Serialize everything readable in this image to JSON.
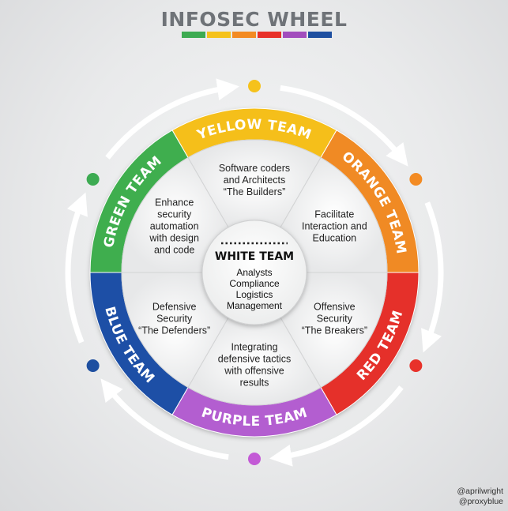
{
  "title": "INFOSEC WHEEL",
  "title_colors": [
    "#3dab52",
    "#f5c21c",
    "#f38b23",
    "#e8312a",
    "#a24dbd",
    "#1e4fa0"
  ],
  "white_team": {
    "label": "WHITE TEAM",
    "lines": [
      "Analysts",
      "Compliance",
      "Logistics",
      "Management"
    ]
  },
  "teams": [
    {
      "name": "YELLOW TEAM",
      "color": "#f5bf1a",
      "desc": [
        "Software coders",
        "and Architects",
        "“The Builders”"
      ]
    },
    {
      "name": "ORANGE TEAM",
      "color": "#f08a24",
      "desc": [
        "Facilitate",
        "Interaction and",
        "Education"
      ]
    },
    {
      "name": "RED TEAM",
      "color": "#e5302a",
      "desc": [
        "Offensive",
        "Security",
        "“The Breakers”"
      ]
    },
    {
      "name": "PURPLE TEAM",
      "color": "#b35ed0",
      "desc": [
        "Integrating",
        "defensive tactics",
        "with offensive",
        "results"
      ]
    },
    {
      "name": "BLUE TEAM",
      "color": "#1d4fa6",
      "desc": [
        "Defensive",
        "Security",
        "“The Defenders”"
      ]
    },
    {
      "name": "GREEN TEAM",
      "color": "#3fae4e",
      "desc": [
        "Enhance",
        "security",
        "automation",
        "with design",
        "and code"
      ]
    }
  ],
  "dot_colors": [
    "#f5c21c",
    "#f38b23",
    "#e8312a",
    "#c35ad6",
    "#1e4fa0",
    "#3dab52"
  ],
  "credits": [
    "@aprilwright",
    "@proxyblue"
  ]
}
